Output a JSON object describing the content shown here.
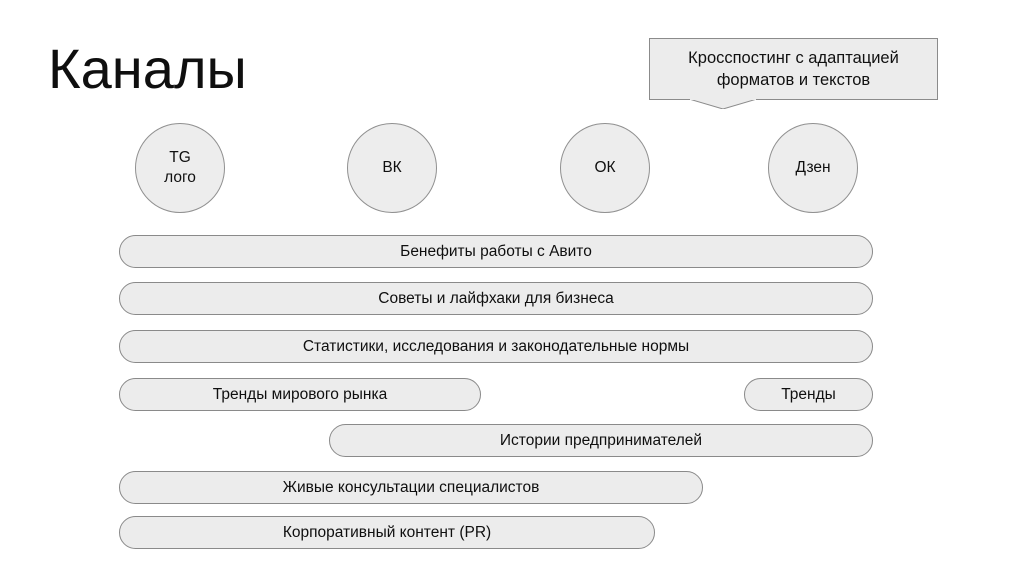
{
  "slide": {
    "title": "Каналы",
    "background_color": "#ffffff",
    "shape_fill": "#ececec",
    "shape_stroke": "#8a8a8a",
    "text_color": "#0f0f0f"
  },
  "callout": {
    "line1": "Кросспостинг с адаптацией",
    "line2": "форматов и текстов",
    "fill": "#ececec",
    "stroke": "#8b8b8b"
  },
  "channels": [
    {
      "line1": "TG",
      "line2": "лого"
    },
    {
      "line1": "ВК",
      "line2": ""
    },
    {
      "line1": "ОК",
      "line2": ""
    },
    {
      "line1": "Дзен",
      "line2": ""
    }
  ],
  "topics": [
    {
      "label": "Бенефиты работы с Авито"
    },
    {
      "label": "Советы и лайфхаки для бизнеса"
    },
    {
      "label": "Статистики, исследования и законодательные нормы"
    },
    {
      "label": "Тренды мирового рынка"
    },
    {
      "label": "Тренды"
    },
    {
      "label": "Истории предпринимателей"
    },
    {
      "label": "Живые консультации специалистов"
    },
    {
      "label": "Корпоративный контент (PR)"
    }
  ]
}
